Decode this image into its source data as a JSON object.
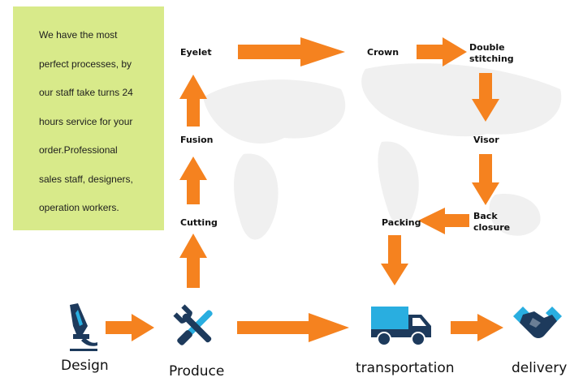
{
  "intro": {
    "lines": [
      "We have the most",
      "perfect processes, by",
      "our staff take turns 24",
      "hours service for your",
      "order.Professional",
      "sales staff, designers,",
      "operation workers."
    ]
  },
  "steps": {
    "eyelet": "Eyelet",
    "fusion": "Fusion",
    "cutting": "Cutting",
    "crown": "Crown",
    "double_stitching": "Double stitching",
    "visor": "Visor",
    "back_closure": "Back closure",
    "packing": "Packing"
  },
  "stages": {
    "design": "Design",
    "produce": "Produce",
    "transportation": "transportation",
    "delivery": "delivery"
  },
  "colors": {
    "arrow": "#f5821f",
    "icon_dark": "#1d3a5c",
    "icon_light": "#29aee0",
    "intro_box": "#d8ea8a"
  },
  "icons": [
    "pen-nib-icon",
    "wrench-screwdriver-icon",
    "delivery-truck-icon",
    "handshake-icon"
  ]
}
